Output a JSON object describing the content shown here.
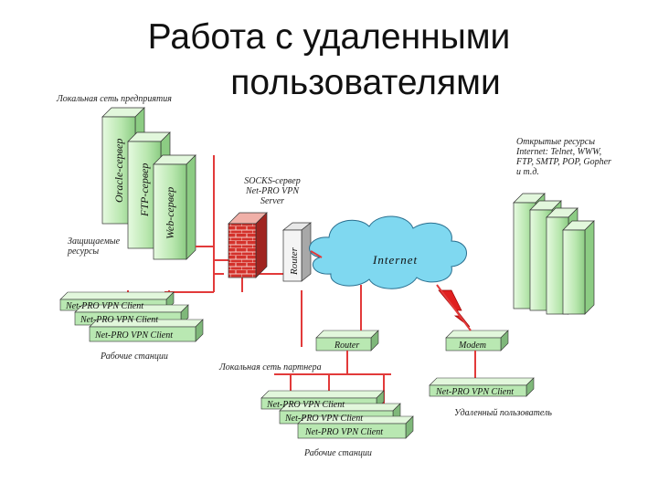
{
  "title": {
    "line1": "Работа с удаленными",
    "line2": "пользователями"
  },
  "enterprise": {
    "lan_label": "Локальная сеть предприятия",
    "servers": [
      "Oracle-сервер",
      "FTP-сервер",
      "Web-сервер"
    ],
    "protected_label": "Защищаемые ресурсы"
  },
  "socks": {
    "label": "SOCKS-сервер Net-PRO VPN Server"
  },
  "router_vertical": "Router",
  "internet": "Internet",
  "open_resources": {
    "label": "Открытые ресурсы Internet: Telnet, WWW, FTP, SMTP, POP, Gopher и т.д."
  },
  "vpn_client_label": "Net-PRO VPN Client",
  "workstations_label": "Рабочие станции",
  "partner": {
    "router": "Router",
    "lan_label": "Локальная сеть партнера",
    "workstations_label": "Рабочие станции"
  },
  "modem": "Modem",
  "remote": {
    "client": "Net-PRO VPN Client",
    "user_label": "Удаленный пользователь"
  },
  "colors": {
    "server_fill": "#c8f0c0",
    "server_dark": "#7fb87a",
    "network_line": "#e23a3a",
    "cloud_fill": "#7fd8f0",
    "firewall": "#d4312b",
    "box_fill": "#b9e8b2",
    "lightning": "#e02020"
  }
}
